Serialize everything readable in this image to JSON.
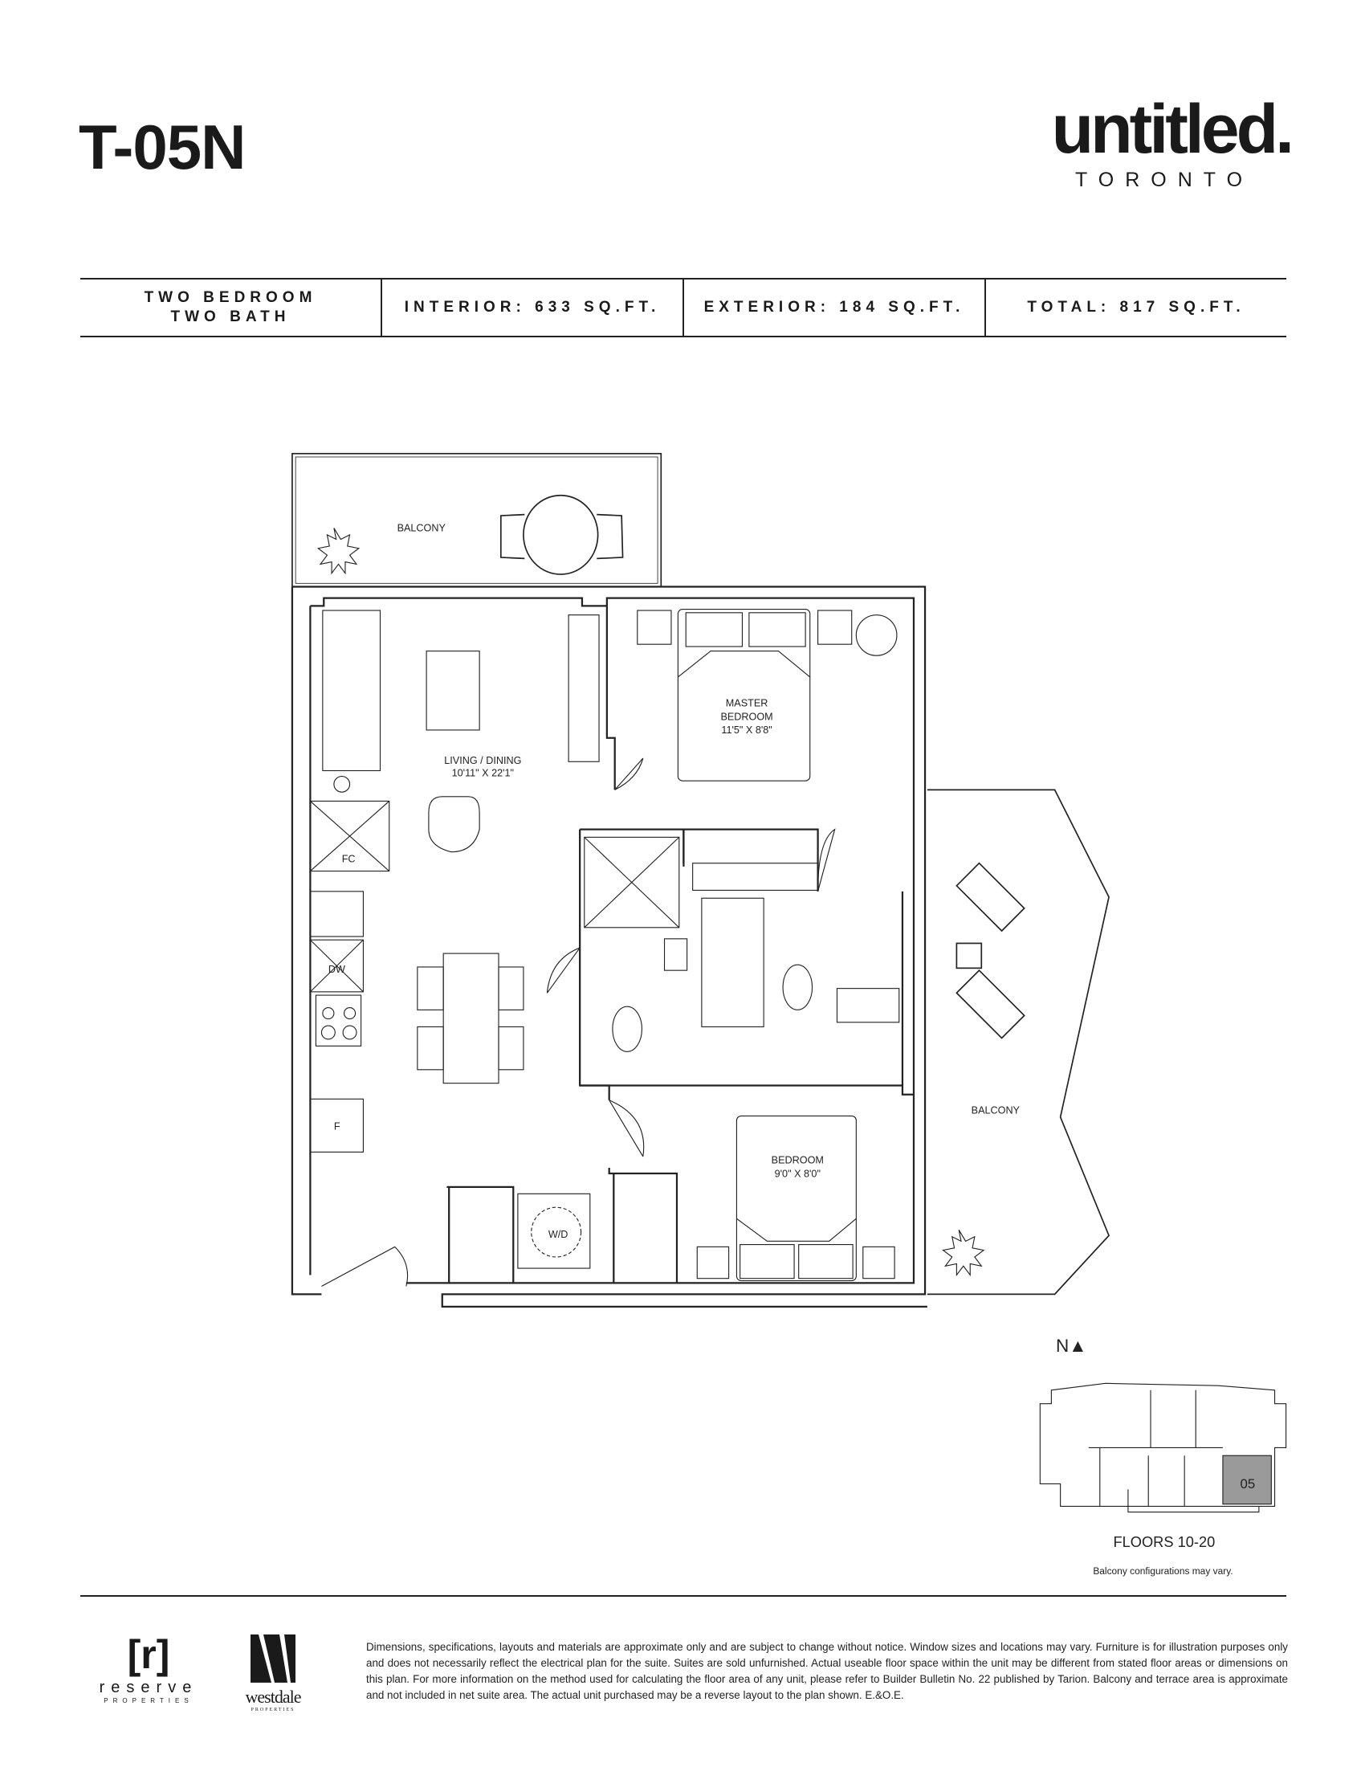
{
  "header": {
    "unit_name": "T-05N",
    "brand": "untitled.",
    "brand_city": "TORONTO"
  },
  "specs": {
    "type_line1": "TWO BEDROOM",
    "type_line2": "TWO BATH",
    "interior": "INTERIOR: 633 SQ.FT.",
    "exterior": "EXTERIOR: 184 SQ.FT.",
    "total": "TOTAL: 817 SQ.FT."
  },
  "plan": {
    "balcony_north": "BALCONY",
    "balcony_east": "BALCONY",
    "living_label": "LIVING / DINING",
    "living_dims": "10'11\" X 22'1\"",
    "master_label1": "MASTER",
    "master_label2": "BEDROOM",
    "master_dims": "11'5\" X 8'8\"",
    "bedroom_label": "BEDROOM",
    "bedroom_dims": "9'0\" X 8'0\"",
    "fc": "FC",
    "dw": "DW",
    "fridge": "F",
    "wd": "W/D"
  },
  "keyplan": {
    "north": "N▲",
    "unit": "05",
    "floors": "FLOORS 10-20",
    "note": "Balcony configurations may vary.",
    "highlight_color": "#9a9a9a"
  },
  "footer": {
    "reserve_mark": "[r]",
    "reserve_name": "reserve",
    "reserve_sub": "PROPERTIES",
    "westdale_name": "westdale",
    "westdale_sub": "PROPERTIES",
    "disclaimer": "Dimensions, specifications, layouts and materials are approximate only and are subject to change without notice. Window sizes and locations may vary. Furniture is for illustration purposes only and does not necessarily reflect the electrical plan for the suite. Suites are sold unfurnished. Actual useable floor space within the unit may be different from stated floor areas or dimensions on this plan.  For more information on the method used for calculating the floor area of any unit, please refer to Builder Bulletin No. 22 published by Tarion. Balcony and terrace area is approximate and not included in net suite area. The actual unit purchased may be a reverse layout to the plan shown. E.&O.E."
  }
}
